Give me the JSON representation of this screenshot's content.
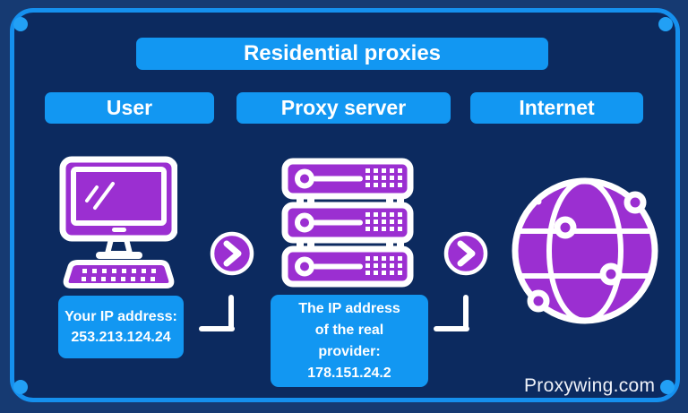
{
  "header": {
    "title": "Residential proxies"
  },
  "columns": [
    {
      "label": "User"
    },
    {
      "label": "Proxy server"
    },
    {
      "label": "Internet"
    }
  ],
  "flow": {
    "user_ip_label": {
      "lines": [
        "Your IP address:",
        "253.213.124.24"
      ]
    },
    "provider_ip_label": {
      "lines": [
        "The IP address",
        "of the real",
        "provider:",
        "178.151.24.2"
      ]
    }
  },
  "footer": {
    "brand": "Proxywing.com"
  },
  "icons": {
    "computer": "desktop-computer-icon",
    "server": "server-rack-icon",
    "globe": "globe-network-icon",
    "arrow": "arrow-right-circle-icon",
    "connector": "elbow-connector-line",
    "corner": "corner-dot"
  },
  "colors": {
    "background_outer": "#163a72",
    "background_inner": "#0c2a5f",
    "accent_blue": "#1297f2",
    "border_blue": "#1590ee",
    "dot_blue": "#22a0f5",
    "purple": "#9b2fd1",
    "white": "#ffffff"
  }
}
